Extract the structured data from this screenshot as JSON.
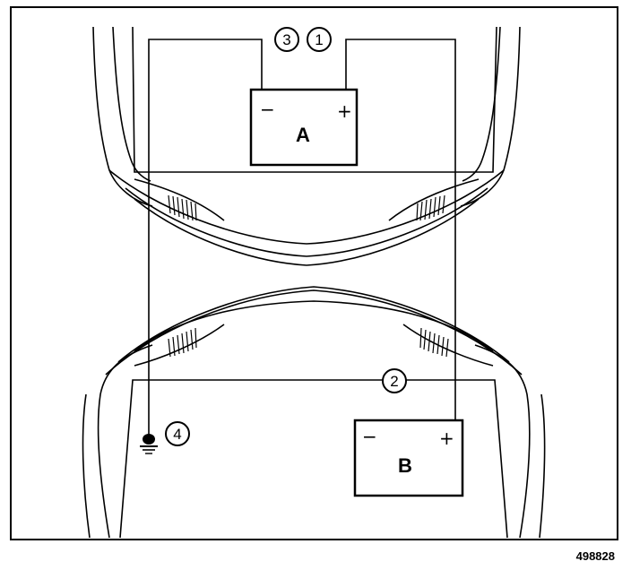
{
  "battery_a": {
    "label": "A",
    "minus": "−",
    "plus": "+"
  },
  "battery_b": {
    "label": "B",
    "minus": "−",
    "plus": "+"
  },
  "callouts": {
    "c1": "1",
    "c2": "2",
    "c3": "3",
    "c4": "4"
  },
  "reference_number": "498828"
}
